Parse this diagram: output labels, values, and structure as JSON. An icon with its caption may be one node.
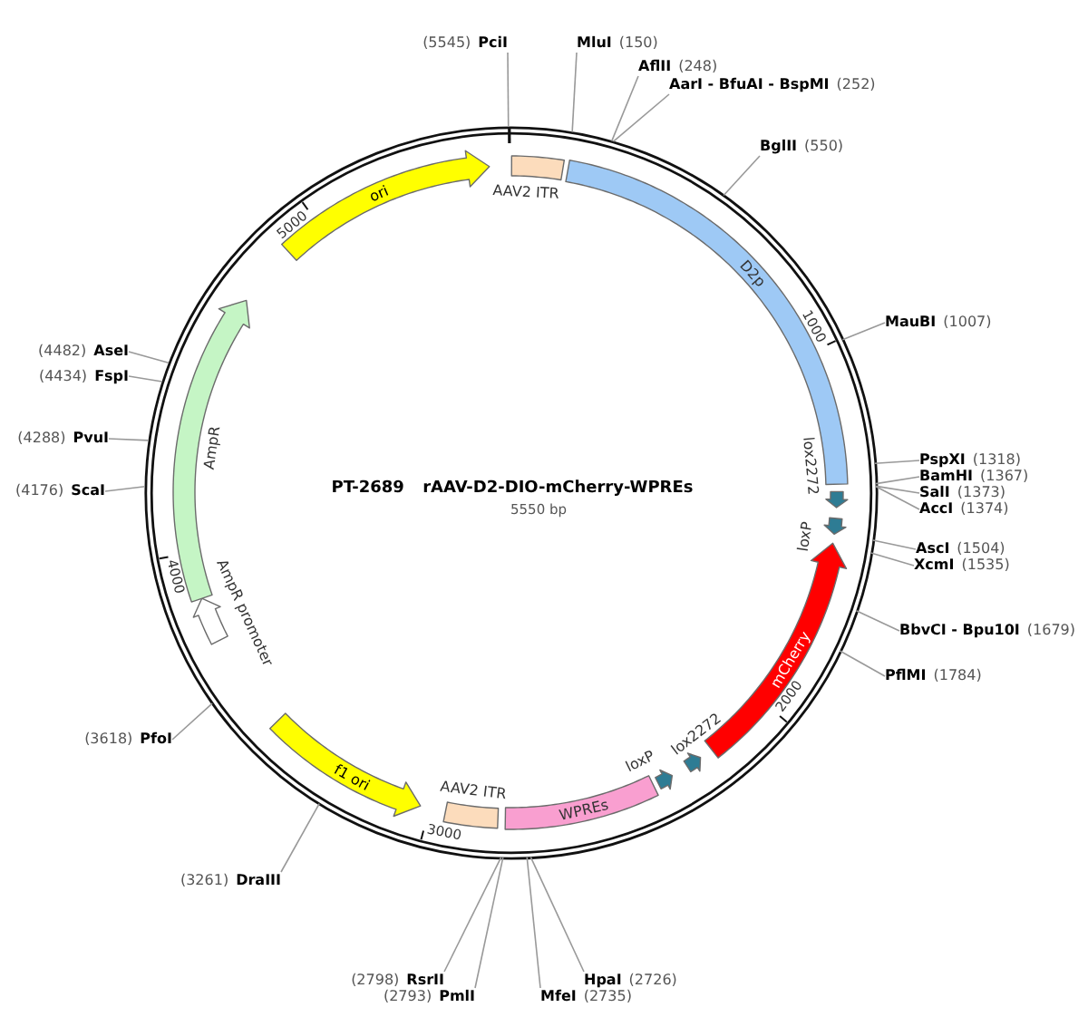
{
  "diagram": {
    "title": "PT-2689 rAAV-D2-DIO-mCherry-WPREs",
    "nodes": [
      {
        "text": [
          "ori"
        ]
      },
      {
        "text": [
          "AAV2 ITR"
        ]
      },
      {
        "text": [
          "D2p"
        ]
      },
      {
        "text": [
          "lox2272"
        ]
      },
      {
        "text": [
          "loxP"
        ]
      },
      {
        "text": [
          "mCherry"
        ]
      },
      {
        "text": [
          "lox2272"
        ]
      },
      {
        "text": [
          "loxP"
        ]
      },
      {
        "text": [
          "WPREs"
        ]
      },
      {
        "text": [
          "AAV2 ITR"
        ]
      },
      {
        "text": [
          "f1 ori"
        ]
      },
      {
        "text": [
          "AmpR promoter"
        ]
      },
      {
        "text": [
          "AmpR"
        ]
      },
      {
        "text": [
          "(5545)",
          "PciI"
        ]
      },
      {
        "text": [
          "MluI",
          "(150)"
        ]
      },
      {
        "text": [
          "AflII",
          "(248)"
        ]
      },
      {
        "text": [
          "AarI - BfuAI - BspMI",
          "(252)"
        ]
      },
      {
        "text": [
          "BglII",
          "(550)"
        ]
      },
      {
        "text": [
          "MauBI",
          "(1007)"
        ]
      },
      {
        "text": [
          "PspXI",
          "(1318)"
        ]
      },
      {
        "text": [
          "BamHI",
          "(1367)"
        ]
      },
      {
        "text": [
          "SalI",
          "(1373)"
        ]
      },
      {
        "text": [
          "AccI",
          "(1374)"
        ]
      },
      {
        "text": [
          "AscI",
          "(1504)"
        ]
      },
      {
        "text": [
          "XcmI",
          "(1535)"
        ]
      },
      {
        "text": [
          "BbvCI - Bpu10I",
          "(1679)"
        ]
      },
      {
        "text": [
          "PflMI",
          "(1784)"
        ]
      },
      {
        "text": [
          "HpaI",
          "(2726)"
        ]
      },
      {
        "text": [
          "MfeI",
          "(2735)"
        ]
      },
      {
        "text": [
          "(2798)",
          "RsrII"
        ]
      },
      {
        "text": [
          "(2793)",
          "PmlI"
        ]
      },
      {
        "text": [
          "(3261)",
          "DraIII"
        ]
      },
      {
        "text": [
          "(3618)",
          "PfoI"
        ]
      },
      {
        "text": [
          "(4176)",
          "ScaI"
        ]
      },
      {
        "text": [
          "(4288)",
          "PvuI"
        ]
      },
      {
        "text": [
          "(4434)",
          "FspI"
        ]
      },
      {
        "text": [
          "(4482)",
          "AseI"
        ]
      }
    ],
    "edges": [
      {
        "from": 13,
        "to": null,
        "arrow": "none"
      },
      {
        "from": 14,
        "to": null,
        "arrow": "none"
      },
      {
        "from": 15,
        "to": null,
        "arrow": "none"
      },
      {
        "from": 16,
        "to": null,
        "arrow": "none"
      },
      {
        "from": 17,
        "to": null,
        "arrow": "none"
      },
      {
        "from": 18,
        "to": null,
        "arrow": "none"
      },
      {
        "from": 19,
        "to": null,
        "arrow": "none"
      },
      {
        "from": 20,
        "to": null,
        "arrow": "none"
      },
      {
        "from": 21,
        "to": null,
        "arrow": "none"
      },
      {
        "from": 22,
        "to": null,
        "arrow": "none"
      },
      {
        "from": 23,
        "to": null,
        "arrow": "none"
      },
      {
        "from": 24,
        "to": null,
        "arrow": "none"
      },
      {
        "from": 25,
        "to": null,
        "arrow": "none"
      },
      {
        "from": 26,
        "to": null,
        "arrow": "none"
      },
      {
        "from": 27,
        "to": null,
        "arrow": "none"
      },
      {
        "from": 28,
        "to": null,
        "arrow": "none"
      },
      {
        "from": 29,
        "to": null,
        "arrow": "none"
      },
      {
        "from": 30,
        "to": null,
        "arrow": "none"
      },
      {
        "from": 31,
        "to": null,
        "arrow": "none"
      },
      {
        "from": 32,
        "to": null,
        "arrow": "none"
      },
      {
        "from": 33,
        "to": null,
        "arrow": "none"
      },
      {
        "from": 34,
        "to": null,
        "arrow": "none"
      },
      {
        "from": 35,
        "to": null,
        "arrow": "none"
      },
      {
        "from": 36,
        "to": null,
        "arrow": "none"
      }
    ],
    "labels": [
      "5550 bp",
      "1000",
      "2000",
      "3000",
      "4000",
      "5000"
    ]
  }
}
